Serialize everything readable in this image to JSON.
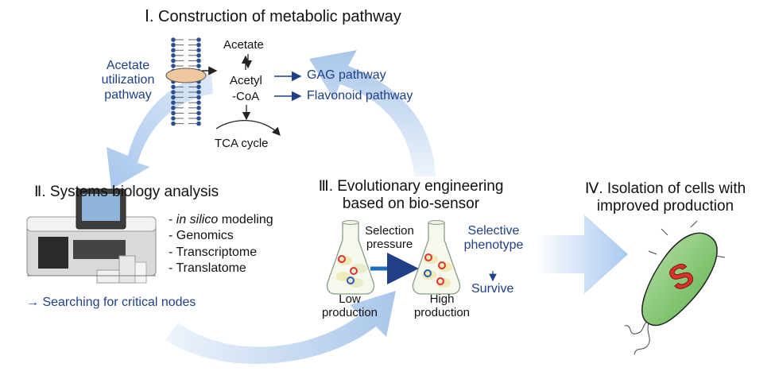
{
  "colors": {
    "cycle_arrow": "#a9c8ee",
    "dark_blue_text": "#1f3f86",
    "flow_arrow": "#1f6fc0",
    "cell_green": "#7cc56a",
    "cell_letter": "#d9322a"
  },
  "section1": {
    "title": "Ⅰ. Construction of metabolic pathway",
    "acetate_label": "Acetate utilization pathway",
    "acetate_label_lines": [
      "Acetate",
      "utilization",
      "pathway"
    ],
    "acetate": "Acetate",
    "acetyl": "Acetyl",
    "coa": "-CoA",
    "tca": "TCA cycle",
    "gag": "GAG pathway",
    "flavonoid": "Flavonoid pathway"
  },
  "section2": {
    "title": "Ⅱ. Systems biology analysis",
    "list": [
      {
        "prefix": "- ",
        "text": "in silico",
        "suffix": " modeling",
        "italic": true
      },
      {
        "prefix": "- ",
        "text": "Genomics",
        "suffix": "",
        "italic": false
      },
      {
        "prefix": "- ",
        "text": "Transcriptome",
        "suffix": "",
        "italic": false
      },
      {
        "prefix": "- ",
        "text": "Translatome",
        "suffix": "",
        "italic": false
      }
    ],
    "nodes": "→ Searching for critical nodes"
  },
  "section3": {
    "title_line1": "Ⅲ. Evolutionary engineering",
    "title_line2": "based on bio-sensor",
    "selection": "Selection",
    "pressure": "pressure",
    "low1": "Low",
    "low2": "production",
    "high1": "High",
    "high2": "production",
    "selective1": "Selective",
    "selective2": "phenotype",
    "survive": "Survive"
  },
  "section4": {
    "title_line1": "Ⅳ. Isolation of cells with",
    "title_line2": "improved production",
    "cell_letter": "S"
  },
  "icons": [
    "membrane-icon",
    "transporter-icon",
    "flask-icon",
    "sequencer-icon",
    "bacterium-icon"
  ]
}
